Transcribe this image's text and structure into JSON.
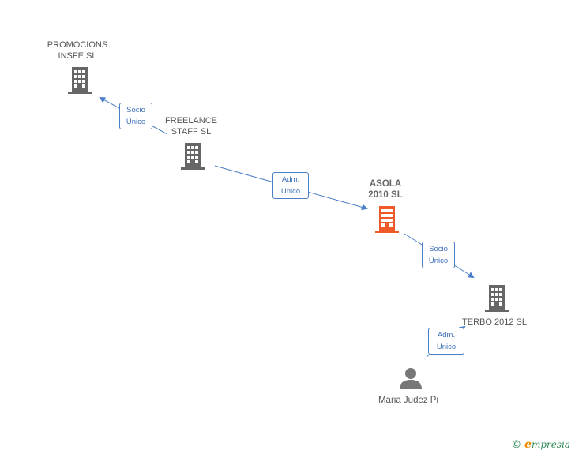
{
  "colors": {
    "edge": "#4a7fc8",
    "company": "#666666",
    "focus_company": "#f05a28",
    "person": "#777777"
  },
  "nodes": {
    "promocions": {
      "line1": "PROMOCIONS",
      "line2": "INSFE SL",
      "icon": "building-icon"
    },
    "freelance": {
      "line1": "FREELANCE",
      "line2": "STAFF SL",
      "icon": "building-icon"
    },
    "asola": {
      "line1": "ASOLA",
      "line2": "2010 SL",
      "icon": "building-icon"
    },
    "terbo": {
      "line1": "TERBO 2012 SL",
      "icon": "building-icon"
    },
    "maria": {
      "line1": "Maria Judez Pi",
      "icon": "person-icon"
    }
  },
  "relations": [
    {
      "line1": "Socio",
      "line2": "Único"
    },
    {
      "line1": "Adm.",
      "line2": "Unico"
    },
    {
      "line1": "Socio",
      "line2": "Único"
    },
    {
      "line1": "Adm.",
      "line2": "Unico"
    }
  ],
  "footer": {
    "copyright": "©",
    "brand_initial": "e",
    "brand_rest": "mpresia"
  }
}
